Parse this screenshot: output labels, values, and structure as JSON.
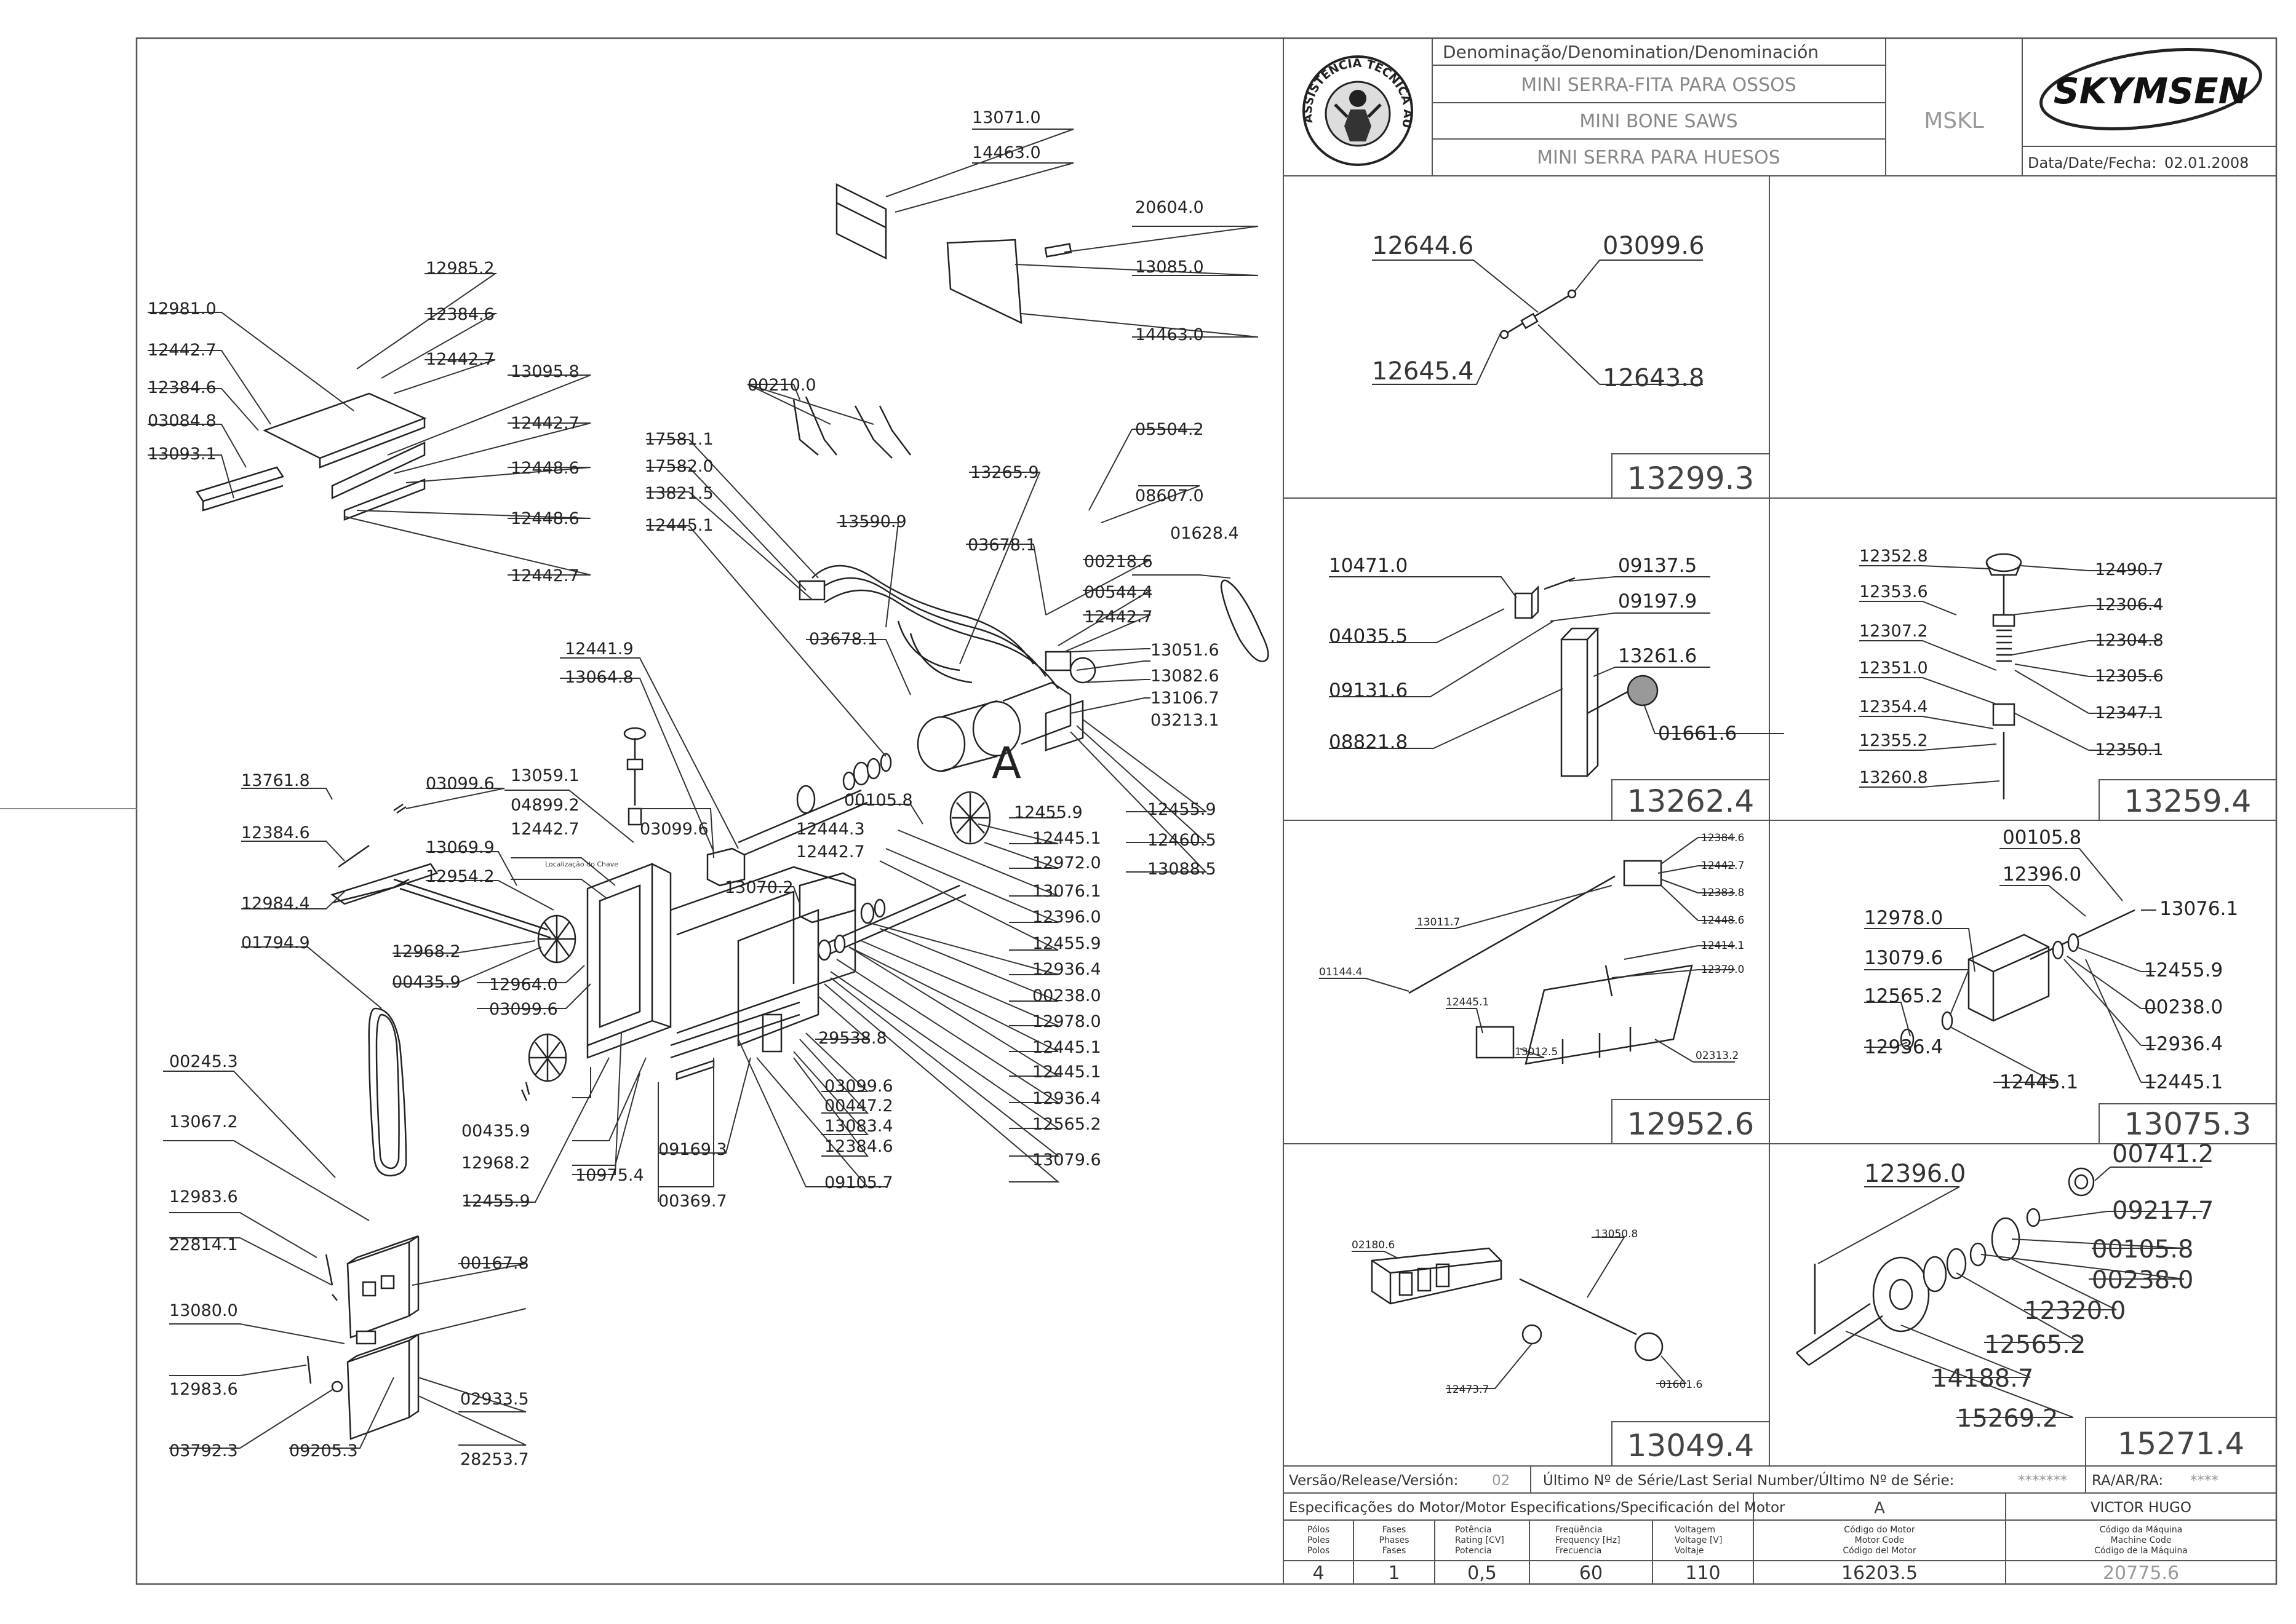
{
  "title_block": {
    "denomination_header": "Denominação/Denomination/Denominación",
    "name_pt": "MINI SERRA-FITA PARA OSSOS",
    "name_en": "MINI BONE SAWS",
    "name_es": "MINI SERRA PARA HUESOS",
    "model": "MSKL",
    "brand": "SKYMSEN",
    "date_label": "Data/Date/Fecha:",
    "date_value": "02.01.2008",
    "seal_text": "ASSISTÊNCIA TÉCNICA AUTORIZADA"
  },
  "main_view": {
    "callout_letter": "A",
    "labels": {
      "p13071_0": "13071.0",
      "p14463_0a": "14463.0",
      "p20604_0": "20604.0",
      "p13085_0": "13085.0",
      "p14463_0b": "14463.0",
      "p12985_2": "12985.2",
      "p12384_6a": "12384.6",
      "p12442_7a": "12442.7",
      "p13095_8": "13095.8",
      "p12442_7b": "12442.7",
      "p12448_6a": "12448.6",
      "p12448_6b": "12448.6",
      "p12442_7c": "12442.7",
      "p12981_0": "12981.0",
      "p12442_7d": "12442.7",
      "p12384_6b": "12384.6",
      "p03084_8": "03084.8",
      "p13093_1": "13093.1",
      "p00210_0": "00210.0",
      "p05504_2": "05504.2",
      "p17581_1": "17581.1",
      "p17582_0": "17582.0",
      "p13821_5": "13821.5",
      "p12445_1a": "12445.1",
      "p13265_9": "13265.9",
      "p08607_0": "08607.0",
      "p13590_9": "13590.9",
      "p03678_1a": "03678.1",
      "p00218_6": "00218.6",
      "p01628_4": "01628.4",
      "p00544_4": "00544.4",
      "p12442_7e": "12442.7",
      "p13051_6": "13051.6",
      "p13082_6": "13082.6",
      "p13106_7": "13106.7",
      "p03213_1": "03213.1",
      "p03678_1b": "03678.1",
      "p12441_9": "12441.9",
      "p13064_8": "13064.8",
      "p13761_8": "13761.8",
      "p03099_6a": "03099.6",
      "p13059_1": "13059.1",
      "p04899_2": "04899.2",
      "p12442_7f": "12442.7",
      "p03099_6b": "03099.6",
      "p12444_3": "12444.3",
      "p12442_7g": "12442.7",
      "p00105_8a": "00105.8",
      "p12455_9a": "12455.9",
      "p12445_1b": "12445.1",
      "p12972_0": "12972.0",
      "p13076_1a": "13076.1",
      "p12396_0a": "12396.0",
      "p12455_9b": "12455.9",
      "p12384_6c": "12384.6",
      "p13069_9": "13069.9",
      "p12954_2": "12954.2",
      "p12984_4": "12984.4",
      "p13070_2": "13070.2",
      "p12968_2a": "12968.2",
      "p00435_9a": "00435.9",
      "p12964_0": "12964.0",
      "p03099_6c": "03099.6",
      "p01794_9": "01794.9",
      "p12936_4a": "12936.4",
      "p00238_0a": "00238.0",
      "p12978_0a": "12978.0",
      "p12445_1c": "12445.1",
      "p12445_1d": "12445.1",
      "p12936_4b": "12936.4",
      "p12565_2a": "12565.2",
      "p29538_8": "29538.8",
      "p03099_6d": "03099.6",
      "p00447_2": "00447.2",
      "p13083_4": "13083.4",
      "p12384_6d": "12384.6",
      "p09169_3": "09169.3",
      "p09105_7": "09105.7",
      "p13079_6a": "13079.6",
      "p00435_9b": "00435.9",
      "p12968_2b": "12968.2",
      "p10975_4": "10975.4",
      "p12455_9c": "12455.9",
      "p00369_7": "00369.7",
      "p12455_9d": "12455.9",
      "p12460_5": "12460.5",
      "p13088_5": "13088.5",
      "p00245_3": "00245.3",
      "p13067_2": "13067.2",
      "p12983_6a": "12983.6",
      "p22814_1": "22814.1",
      "p00167_8": "00167.8",
      "p13080_0": "13080.0",
      "p12983_6b": "12983.6",
      "p02933_5": "02933.5",
      "p03792_3": "03792.3",
      "p09205_3": "09205.3",
      "p28253_7": "28253.7",
      "small_note": "Localização do Chave"
    }
  },
  "detail_boxes": {
    "b13299": {
      "id": "13299.3",
      "l1": "12644.6",
      "l2": "03099.6",
      "l3": "12645.4",
      "l4": "12643.8"
    },
    "b13262": {
      "id": "13262.4",
      "l1": "10471.0",
      "l2": "09137.5",
      "l3": "09197.9",
      "l4": "04035.5",
      "l5": "13261.6",
      "l6": "09131.6",
      "l7": "01661.6",
      "l8": "08821.8"
    },
    "b13259": {
      "id": "13259.4",
      "l1": "12352.8",
      "l2": "12490.7",
      "l3": "12353.6",
      "l4": "12306.4",
      "l5": "12307.2",
      "l6": "12304.8",
      "l7": "12305.6",
      "l8": "12351.0",
      "l9": "12347.1",
      "l10": "12354.4",
      "l11": "12350.1",
      "l12": "12355.2",
      "l13": "13260.8"
    },
    "b12952": {
      "id": "12952.6",
      "l1": "12384.6",
      "l2": "12442.7",
      "l3": "12383.8",
      "l4": "13011.7",
      "l5": "12448.6",
      "l6": "12414.1",
      "l7": "12379.0",
      "l8": "01144.4",
      "l9": "12445.1",
      "l10": "13012.5",
      "l11": "02313.2"
    },
    "b13075": {
      "id": "13075.3",
      "l1": "00105.8",
      "l2": "12396.0",
      "l3": "13076.1",
      "l4": "12978.0",
      "l5": "13079.6",
      "l6": "12455.9",
      "l7": "12565.2",
      "l8": "00238.0",
      "l9": "12936.4",
      "l10": "12936.4",
      "l11": "12445.1",
      "l12": "12445.1"
    },
    "b13049": {
      "id": "13049.4",
      "l1": "02180.6",
      "l2": "13050.8",
      "l3": "12473.7",
      "l4": "01661.6"
    },
    "b15271": {
      "id": "15271.4",
      "l1": "12396.0",
      "l2": "00741.2",
      "l3": "09217.7",
      "l4": "00105.8",
      "l5": "00238.0",
      "l6": "12320.0",
      "l7": "12565.2",
      "l8": "14188.7",
      "l9": "15269.2"
    }
  },
  "footer": {
    "version_label": "Versão/Release/Versión:",
    "version_value": "02",
    "serial_label": "Último Nº de Série/Last Serial Number/Último Nº de Série:",
    "serial_value": "*******",
    "ra_label": "RA/AR/RA:",
    "ra_value": "****",
    "motor_spec_label": "Especificações do Motor/Motor Especifications/Specificación del Motor",
    "rev_letter": "A",
    "author": "VICTOR HUGO",
    "col_poles": [
      "Pólos",
      "Poles",
      "Polos"
    ],
    "col_phases": [
      "Fases",
      "Phases",
      "Fases"
    ],
    "col_power": [
      "Potência",
      "Rating [CV]",
      "Potencia"
    ],
    "col_freq": [
      "Freqüência",
      "Frequency [Hz]",
      "Frecuencia"
    ],
    "col_volt": [
      "Voltagem",
      "Voltage [V]",
      "Voltaje"
    ],
    "col_motor_code": [
      "Código do Motor",
      "Motor Code",
      "Código del Motor"
    ],
    "col_machine_code": [
      "Código da Máquina",
      "Machine Code",
      "Código de la Máquina"
    ],
    "poles": "4",
    "phases": "1",
    "power": "0,5",
    "frequency": "60",
    "voltage": "110",
    "motor_code": "16203.5",
    "machine_code": "20775.6"
  }
}
